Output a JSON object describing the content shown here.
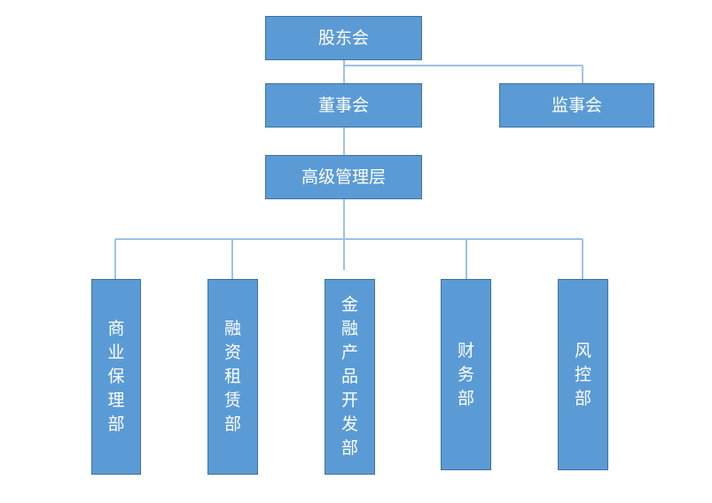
{
  "org_chart": {
    "top": {
      "label": "股东会"
    },
    "board": {
      "label": "董事会"
    },
    "supervisors": {
      "label": "监事会"
    },
    "management": {
      "label": "高级管理层"
    },
    "departments": [
      {
        "label": "商业保理部"
      },
      {
        "label": "融资租赁部"
      },
      {
        "label": "金融产品开发部"
      },
      {
        "label": "财务部"
      },
      {
        "label": "风控部"
      }
    ]
  },
  "colors": {
    "box_fill": "#5b9bd5",
    "box_border": "#41719c",
    "connector": "#9dc3e6",
    "text": "#ffffff"
  }
}
